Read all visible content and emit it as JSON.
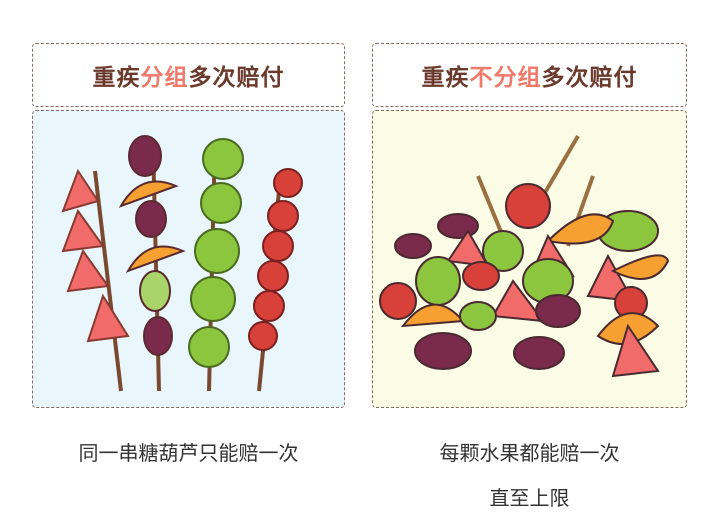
{
  "left": {
    "title_pre": "重疾",
    "title_hl": "分组",
    "title_post": "多次赔付",
    "caption": "同一串糖葫芦只能赔一次",
    "bg": "#e9f6fc"
  },
  "right": {
    "title_pre": "重疾",
    "title_hl": "不分组",
    "title_post": "多次赔付",
    "caption_line1": "每颗水果都能赔一次",
    "caption_line2": "直至上限",
    "bg": "#fafce6"
  },
  "colors": {
    "title": "#6b3a2c",
    "highlight": "#f07a6a"
  }
}
